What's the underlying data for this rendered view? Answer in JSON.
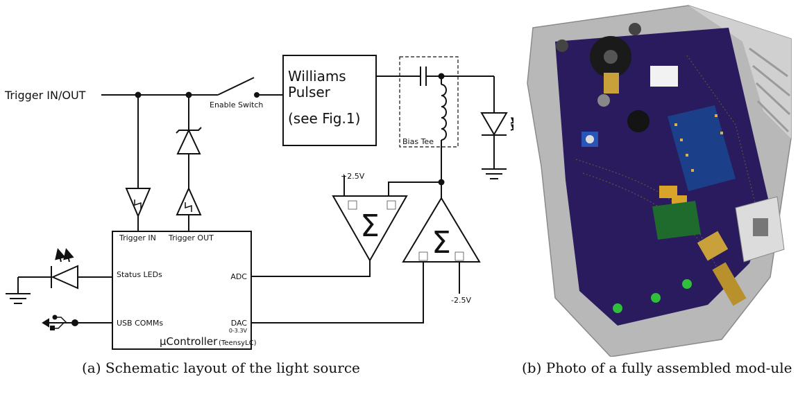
{
  "schematic": {
    "trigger_in_out": "Trigger IN/OUT",
    "enable_switch": "Enable Switch",
    "pulser_line1": "Williams",
    "pulser_line2": "Pulser",
    "pulser_line3": "(see Fig.1)",
    "bias_tee": "Bias Tee",
    "plus_voltage": "+2.5V",
    "minus_voltage": "-2.5V",
    "sum_symbol": "Σ",
    "mcu": {
      "trigger_in": "Trigger IN",
      "trigger_out": "Trigger OUT",
      "status_leds": "Status LEDs",
      "usb_comms": "USB COMMs",
      "adc": "ADC",
      "dac": "DAC",
      "dac_range": "0-3.3V",
      "name": "μController",
      "model": "(TeensyLC)"
    }
  },
  "captions": {
    "a": "(a) Schematic layout of the light source",
    "b": "(b) Photo of a fully assembled mod-ule"
  },
  "colors": {
    "pcb": "#2a1a5e",
    "enclosure": "#b8b8b8",
    "gold": "#c9a13a",
    "led_green": "#2fbf3a"
  }
}
